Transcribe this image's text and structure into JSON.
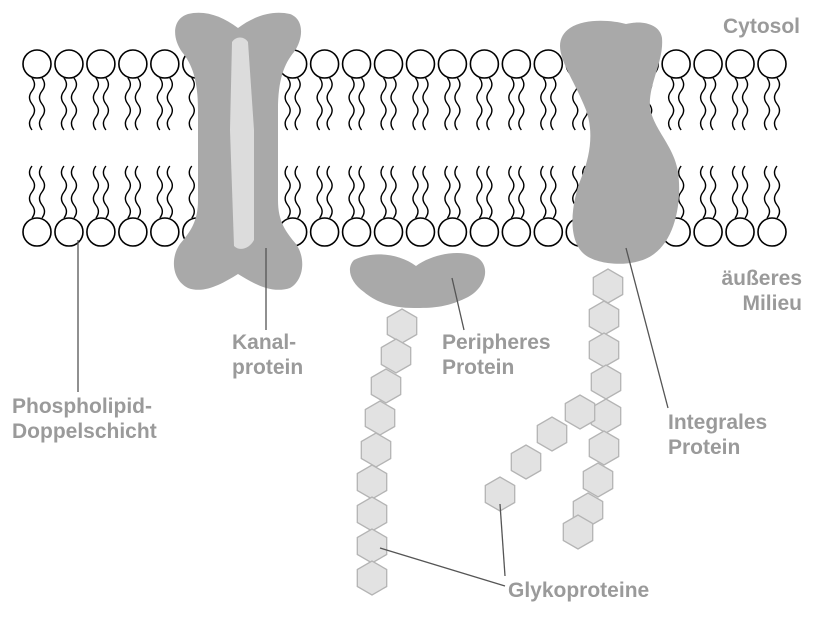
{
  "labels": {
    "cytosol": "Cytosol",
    "milieu_line1": "äußeres",
    "milieu_line2": "Milieu",
    "kanal_line1": "Kanal-",
    "kanal_line2": "protein",
    "peripheres_line1": "Peripheres",
    "peripheres_line2": "Protein",
    "phospho_line1": "Phospholipid-",
    "phospho_line2": "Doppelschicht",
    "integrales_line1": "Integrales",
    "integrales_line2": "Protein",
    "glyko": "Glykoproteine"
  },
  "colors": {
    "label_text": "#9a9a9a",
    "protein_fill": "#a9a9a9",
    "channel_pore": "#dcdcdc",
    "sugar_fill": "#e2e2e2",
    "sugar_stroke": "#b4b4b4",
    "lipid_head_fill": "#ffffff",
    "outline": "#000000",
    "leader_line": "#555555"
  }
}
